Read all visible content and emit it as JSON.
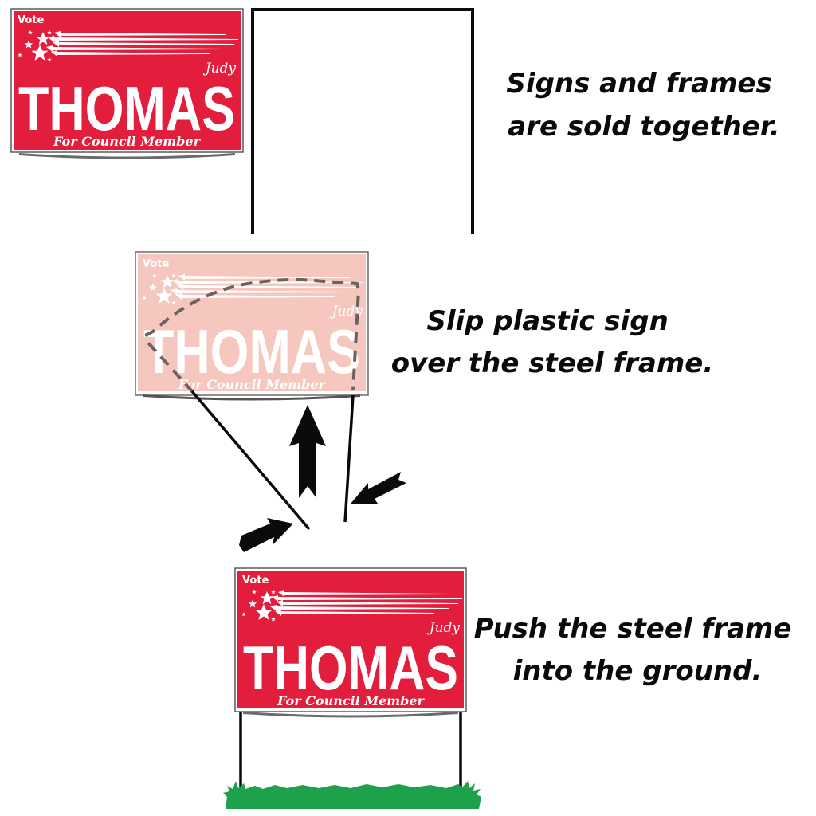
{
  "sign": {
    "vote_label": "Vote",
    "first_name": "Judy",
    "last_name": "THOMAS",
    "office": "For Council Member",
    "colors": {
      "red": "#E31D3C",
      "faded_pink": "#F6C7BE",
      "text": "#FFFFFF",
      "border": "#5a5a5a"
    }
  },
  "steps": [
    {
      "caption_line1": "Signs and frames",
      "caption_line2": "are sold together."
    },
    {
      "caption_line1": "Slip plastic sign",
      "caption_line2": "over the steel frame."
    },
    {
      "caption_line1": "Push the steel frame",
      "caption_line2": "into the ground."
    }
  ],
  "icons": {
    "up_arrow": "up-arrow-icon",
    "push_arrow_left": "push-arrow-right-icon",
    "push_arrow_right": "push-arrow-left-icon",
    "grass": "grass-icon",
    "stars": "star-icon"
  },
  "colors": {
    "frame": "#0a0a0a",
    "dash": "#6E6260",
    "grass": "#1DA14A",
    "background": "#FFFFFF"
  }
}
